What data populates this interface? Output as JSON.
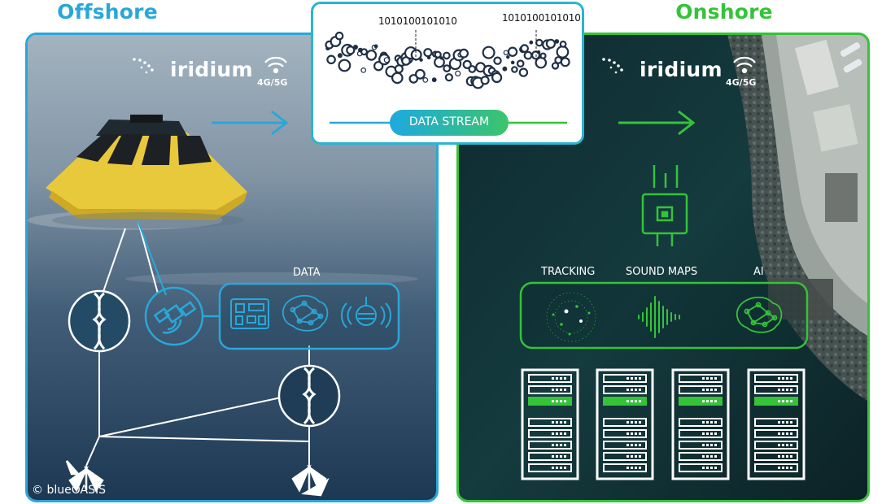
{
  "offshore": {
    "title": "Offshore",
    "satellite_brand": "iridium",
    "network_label": "4G/5G",
    "data_label": "DATA",
    "copyright": "© blueOASIS",
    "icons": [
      "satellite-icon",
      "circuit-board-icon",
      "neural-network-icon",
      "hydrophone-icon",
      "rope-icon",
      "anchor-icon",
      "buoy-icon",
      "wifi-icon",
      "arrow-right-icon"
    ]
  },
  "data_stream": {
    "label": "DATA STREAM",
    "binary_left": "1010100101010",
    "binary_right": "1010100101010"
  },
  "onshore": {
    "title": "Onshore",
    "satellite_brand": "iridium",
    "network_label": "4G/5G",
    "features": [
      "TRACKING",
      "SOUND MAPS",
      "AI"
    ],
    "icons": [
      "gateway-icon",
      "tracking-icon",
      "sound-wave-icon",
      "ai-brain-icon",
      "server-rack-icon",
      "wifi-icon",
      "arrow-right-icon"
    ]
  },
  "colors": {
    "offshore_accent": "#2aa7d8",
    "onshore_accent": "#35c338",
    "stream_accent": "#2ab5cf"
  }
}
